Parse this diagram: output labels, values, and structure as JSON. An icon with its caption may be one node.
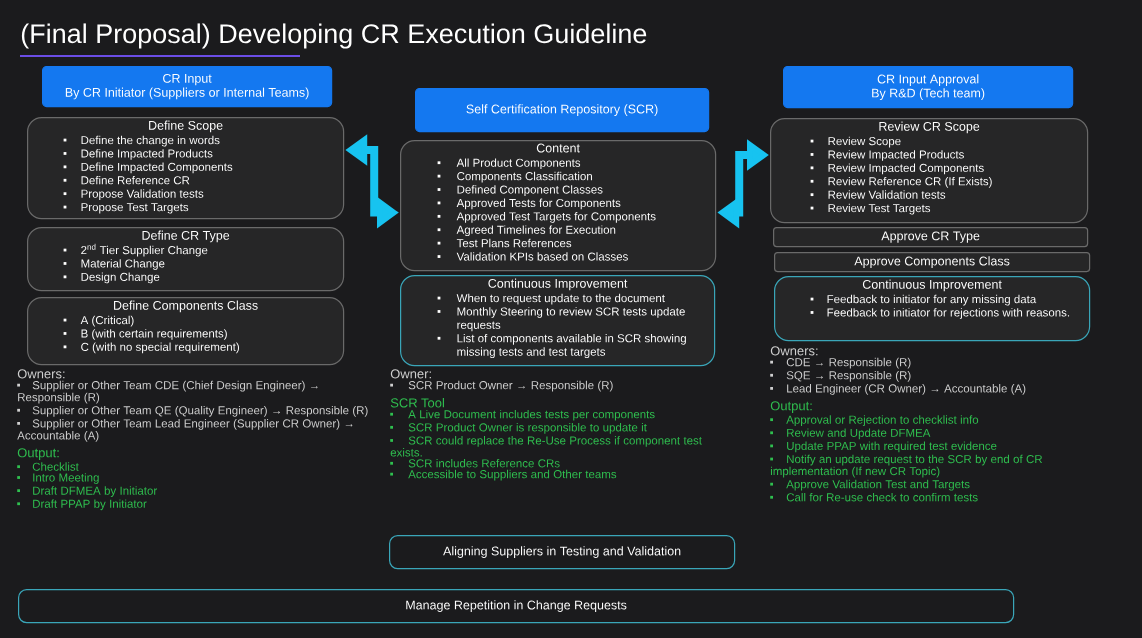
{
  "diagram": {
    "title": "(Final Proposal) Developing CR Execution Guideline",
    "nodes": [
      {
        "text": [
          "CR Input",
          "By CR Initiator (Suppliers or Internal Teams)"
        ]
      },
      {
        "text": [
          "Define Scope",
          "Define the change in words",
          "Define Impacted Products",
          "Define Impacted Components",
          "Define Reference CR",
          "Propose Validation tests",
          "Propose Test Targets"
        ]
      },
      {
        "text": [
          "Define CR Type",
          "2$^{nd}$ Tier Supplier Change",
          "Material Change",
          "Design Change"
        ]
      },
      {
        "text": [
          "Define Components Class",
          "A (Critical)",
          "B (with certain requirements)",
          "C (with no special requirement)"
        ]
      },
      {
        "text": [
          "Self Certification Repository (SCR)"
        ]
      },
      {
        "text": [
          "Content",
          "All Product Components",
          "Components Classification",
          "Defined Component Classes",
          "Approved Tests for Components",
          "Approved Test Targets for Components",
          "Agreed Timelines for Execution",
          "Test Plans References",
          "Validation KPIs based on Classes"
        ]
      },
      {
        "text": [
          "Continuous Improvement",
          "When to request update to the document",
          "Monthly Steering to review SCR tests update requests",
          "List of components available in SCR showing missing tests and test targets"
        ]
      },
      {
        "text": [
          "CR Input Approval",
          "By R&D (Tech team)"
        ]
      },
      {
        "text": [
          "Review CR Scope",
          "Review Scope",
          "Review Impacted Products",
          "Review Impacted Components",
          "Review Reference CR (If Exists)",
          "Review Validation tests",
          "Review Test Targets"
        ]
      },
      {
        "text": [
          "Approve CR Type"
        ]
      },
      {
        "text": [
          "Approve Components Class"
        ]
      },
      {
        "text": [
          "Continuous Improvement",
          "Feedback to initiator for any missing data",
          "Feedback to initiator for rejections with reasons."
        ]
      },
      {
        "text": [
          "Aligning Suppliers in Testing and Validation"
        ]
      },
      {
        "text": [
          "Manage Repetition in Change Requests"
        ]
      }
    ],
    "edges": [
      {
        "from": 1,
        "to": 5,
        "arrow": "both"
      },
      {
        "from": 5,
        "to": 8,
        "arrow": "both"
      }
    ],
    "labels": [
      "Owners:",
      "Supplier or Other Team CDE (Chief Design Engineer) → Responsible (R)",
      "Supplier or Other Team QE (Quality Engineer) → Responsible (R)",
      "Supplier or Other Team Lead Engineer (Supplier CR Owner) → Accountable (A)",
      "Output:",
      "Checklist",
      "Intro Meeting",
      "Draft DFMEA by Initiator",
      "Draft PPAP by Initiator",
      "Owner:",
      "SCR Product Owner → Responsible (R)",
      "SCR Tool",
      "A Live Document includes tests per components",
      "SCR Product Owner is responsible to update it",
      "SCR could replace the Re-Use Process if component test exists.",
      "SCR includes Reference CRs",
      "Accessible to Suppliers and Other teams",
      "Owners:",
      "CDE → Responsible (R)",
      "SQE → Responsible (R)",
      "Lead Engineer (CR Owner) → Accountable (A)",
      "Output:",
      "Approval or Rejection to checklist info",
      "Review and Update DFMEA",
      "Update PPAP with required test evidence",
      "Notify an update request to the SCR by end of CR implementation (If new CR Topic)",
      "Approve Validation Test and Targets",
      "Call for Re-use check to confirm tests"
    ]
  }
}
